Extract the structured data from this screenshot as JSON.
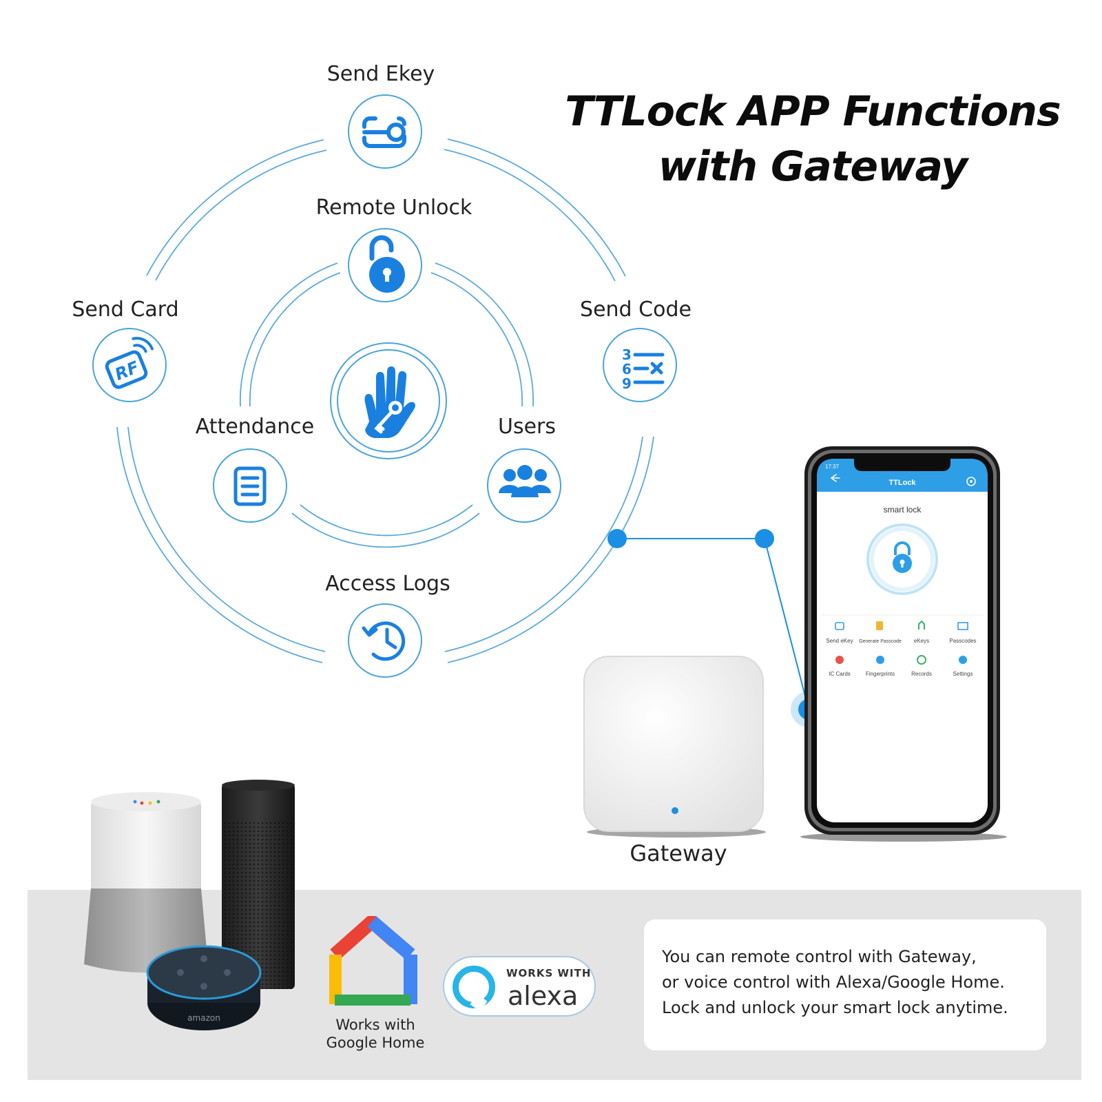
{
  "title": {
    "line1": "TTLock APP Functions",
    "line2": "with Gateway"
  },
  "functions": {
    "send_ekey": "Send Ekey",
    "remote_unlock": "Remote Unlock",
    "send_card": "Send Card",
    "send_code": "Send Code",
    "attendance": "Attendance",
    "users": "Users",
    "access_logs": "Access Logs"
  },
  "icons": {
    "send_ekey": "ekey-icon",
    "remote_unlock": "padlock-open-icon",
    "center": "hand-key-icon",
    "send_card": "rf-card-icon",
    "send_code": "passcode-list-icon",
    "attendance": "document-list-icon",
    "users": "user-group-icon",
    "access_logs": "history-clock-icon"
  },
  "phone": {
    "status_time": "17:37",
    "app_title": "TTLock",
    "lock_name": "smart lock",
    "grid": [
      {
        "label": "Send eKey"
      },
      {
        "label": "Generate Passcode"
      },
      {
        "label": "eKeys"
      },
      {
        "label": "Passcodes"
      },
      {
        "label": "IC Cards"
      },
      {
        "label": "Fingerprints"
      },
      {
        "label": "Records"
      },
      {
        "label": "Settings"
      }
    ]
  },
  "gateway": {
    "label": "Gateway"
  },
  "google_home": {
    "caption_line1": "Works with",
    "caption_line2": "Google Home"
  },
  "alexa": {
    "works_with": "WORKS WITH",
    "word": "alexa"
  },
  "info": {
    "line1": "You can remote control with Gateway,",
    "line2": "or voice control with Alexa/Google Home.",
    "line3": "Lock and unlock your smart lock anytime."
  },
  "speaker_brand": "amazon",
  "colors": {
    "accent_blue": "#1a8fe3",
    "ring_blue": "#4aa3d9",
    "title_black": "#0c0c0c",
    "band_grey": "#e4e4e4"
  }
}
